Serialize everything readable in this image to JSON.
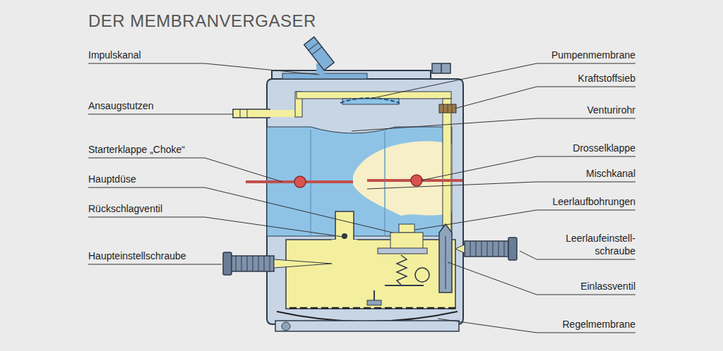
{
  "diagram": {
    "title": "DER MEMBRANVERGASER",
    "labels": [
      "Impulskanal",
      "Ansaugstutzen",
      "Starterklappe „Choke“",
      "Hauptdüse",
      "Rückschlagventil",
      "Haupteinstellschraube",
      "Pumpenmembrane",
      "Kraftstoffsieb",
      "Venturirohr",
      "Drosselklappe",
      "Mischkanal",
      "Leerlaufbohrungen",
      "Leerlaufeinstell- schraube",
      "Einlassventil",
      "Regelmembrane"
    ]
  }
}
